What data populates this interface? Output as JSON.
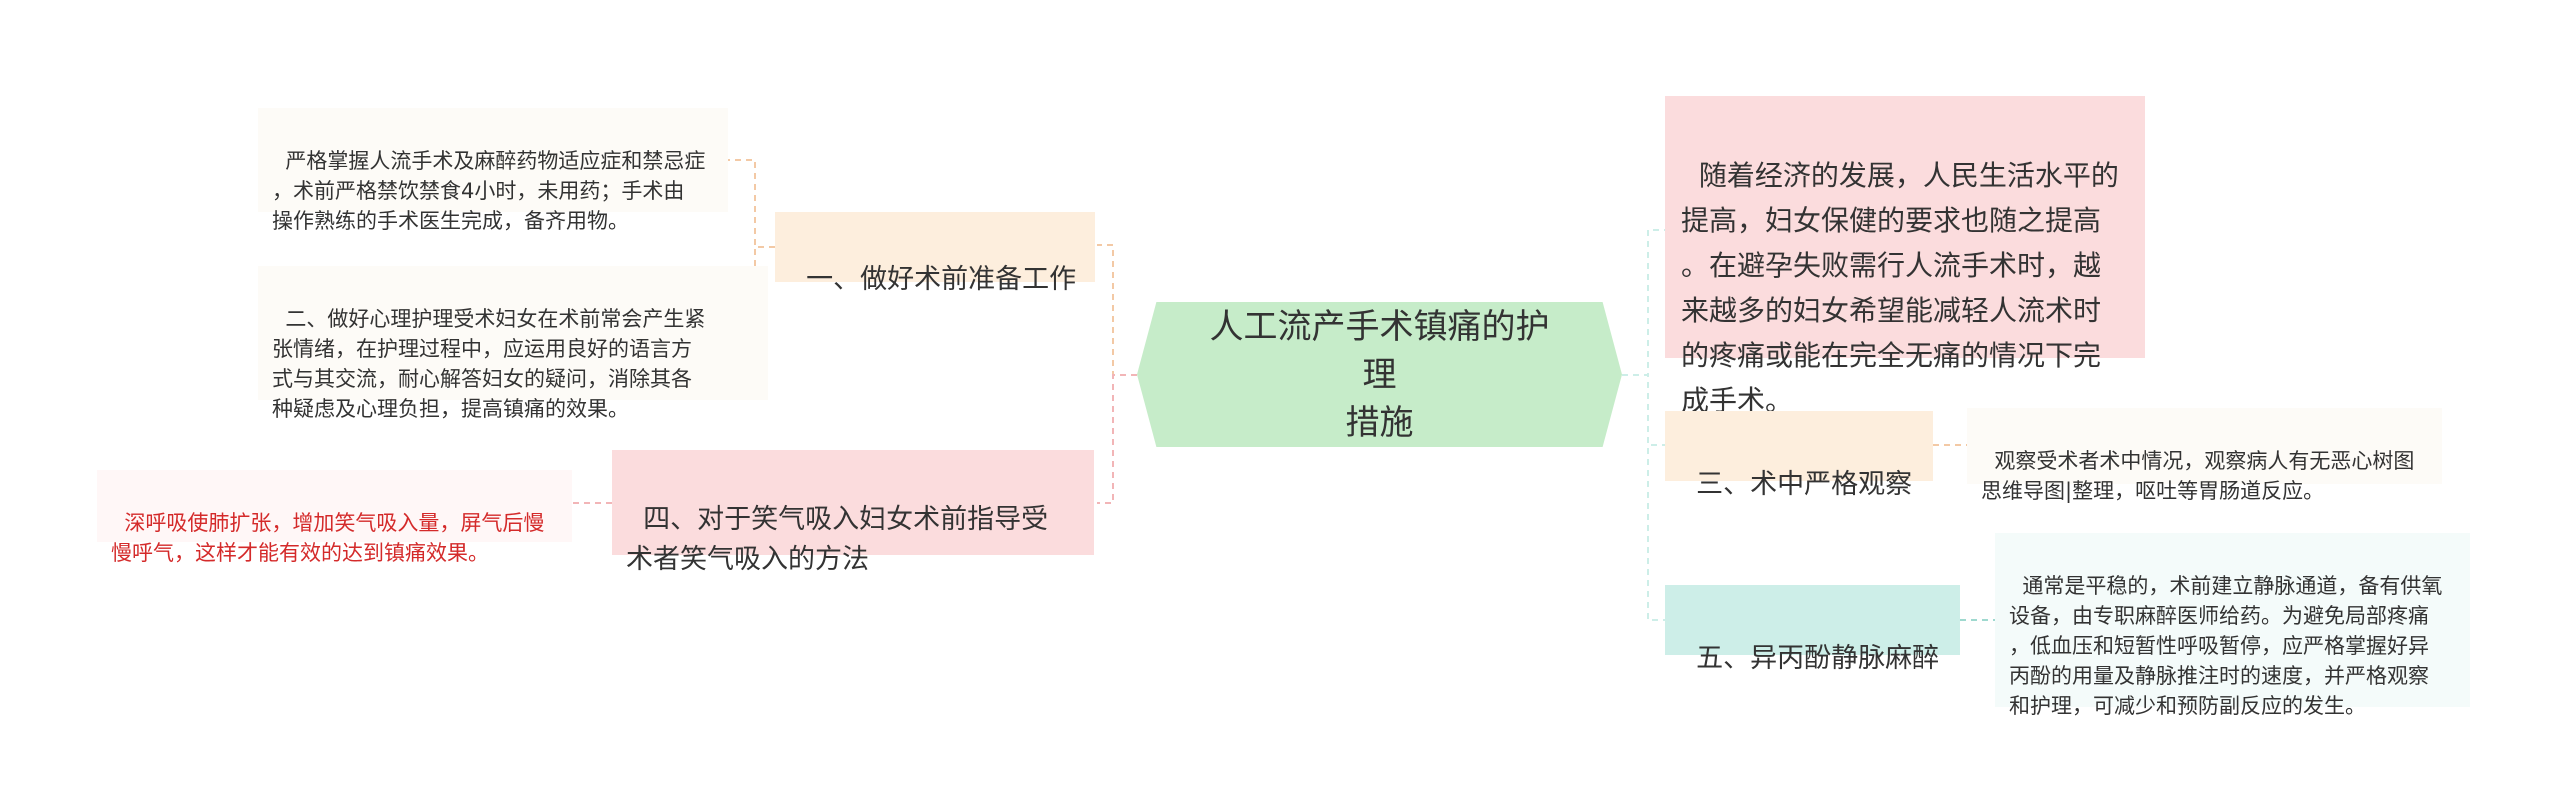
{
  "center": {
    "title": "人工流产手术镇痛的护理\n措施"
  },
  "left": [
    {
      "label": "一、做好术前准备工作",
      "children": [
        "严格掌握人流手术及麻醉药物适应症和禁忌症\n，术前严格禁饮禁食4小时，未用药；手术由\n操作熟练的手术医生完成，备齐用物。",
        "二、做好心理护理受术妇女在术前常会产生紧\n张情绪，在护理过程中，应运用良好的语言方\n式与其交流，耐心解答妇女的疑问，消除其各\n种疑虑及心理负担，提高镇痛的效果。"
      ]
    },
    {
      "label": "四、对于笑气吸入妇女术前指导受\n术者笑气吸入的方法",
      "children": [
        "深呼吸使肺扩张，增加笑气吸入量，屏气后慢\n慢呼气，这样才能有效的达到镇痛效果。"
      ]
    }
  ],
  "right": [
    {
      "label": "随着经济的发展，人民生活水平的\n提高，妇女保健的要求也随之提高\n。在避孕失败需行人流手术时，越\n来越多的妇女希望能减轻人流术时\n的疼痛或能在完全无痛的情况下完\n成手术。"
    },
    {
      "label": "三、术中严格观察",
      "children": [
        "观察受术者术中情况，观察病人有无恶心树图\n思维导图|整理，呕吐等胃肠道反应。"
      ]
    },
    {
      "label": "五、异丙酚静脉麻醉",
      "children": [
        "通常是平稳的，术前建立静脉通道，备有供氧\n设备，由专职麻醉医师给药。为避免局部疼痛\n，低血压和短暂性呼吸暂停，应严格掌握好异\n丙酚的用量及静脉推注时的速度，并严格观察\n和护理，可减少和预防副反应的发生。"
      ]
    }
  ],
  "colors": {
    "center": "#c6ecc9",
    "orange": "#fdeedd",
    "pink": "#fbdcdd",
    "mint": "#cdeee8",
    "red_text": "#d42a2a"
  }
}
